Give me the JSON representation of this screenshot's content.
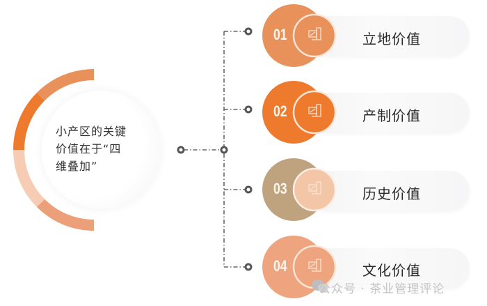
{
  "center": {
    "title": "小产区的关键价值在于“四维叠加”",
    "lines": [
      "小产区的关键",
      "价值在于“四",
      "维叠加”"
    ]
  },
  "items": [
    {
      "number": "01",
      "label": "立地价值",
      "color": "#E9915A",
      "inner_color": "#E9915A",
      "icon": "device-chart-icon"
    },
    {
      "number": "02",
      "label": "产制价值",
      "color": "#EE7A2E",
      "inner_color": "#EE7A2E",
      "icon": "device-chart-icon"
    },
    {
      "number": "03",
      "label": "历史价值",
      "color": "#BFA27E",
      "inner_color": "#F3C6A8",
      "icon": "device-chart-icon"
    },
    {
      "number": "04",
      "label": "文化价值",
      "color": "#EEA57F",
      "inner_color": "#EEA57F",
      "icon": "device-chart-icon"
    }
  ],
  "ring_colors": [
    "#E9915A",
    "#EE7A2E",
    "#F6CDB4",
    "#ECA07A"
  ],
  "watermark": {
    "text": "公众号 · 茶业管理评论",
    "icon": "wechat-icon"
  }
}
